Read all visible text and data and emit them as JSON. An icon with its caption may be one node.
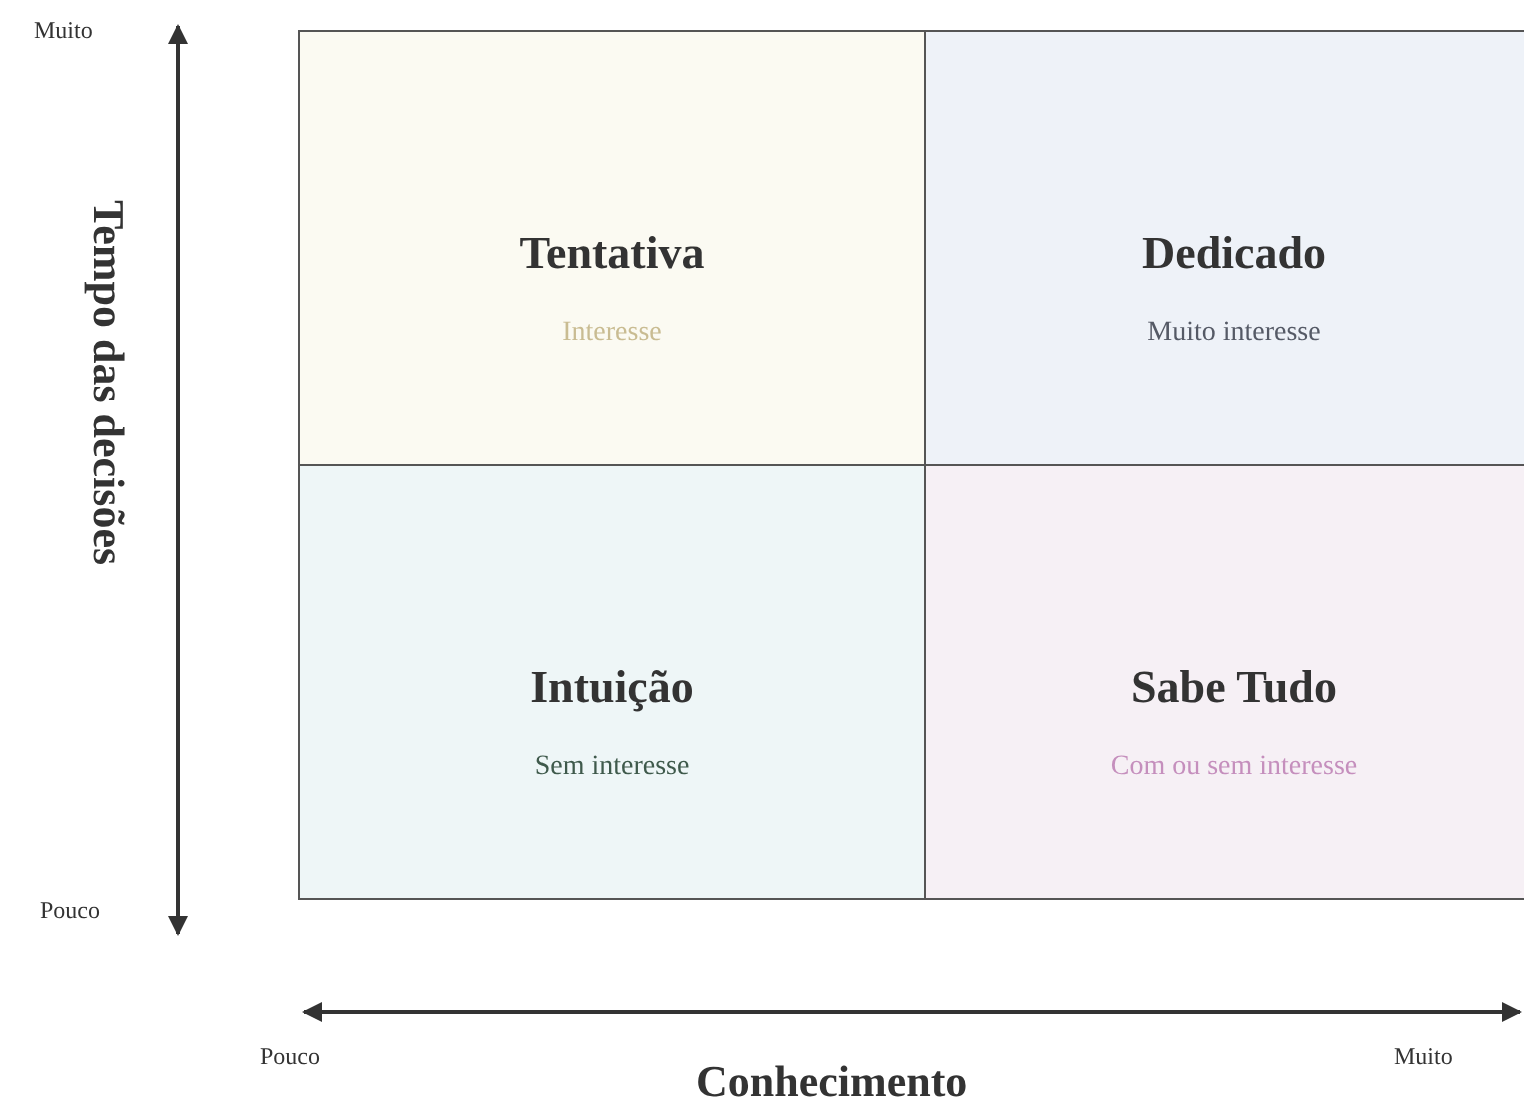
{
  "diagram": {
    "nodes": [
      {
        "text": [
          "Tentativa",
          "Interesse"
        ]
      },
      {
        "text": [
          "Dedicado",
          "Muito interesse"
        ]
      },
      {
        "text": [
          "Intuição",
          "Sem interesse"
        ]
      },
      {
        "text": [
          "Sabe Tudo",
          "Com ou sem interesse"
        ]
      }
    ],
    "labels": [
      "Muito",
      "Tempo das decisões",
      "Pouco",
      "Pouco",
      "Muito",
      "Conhecimento"
    ]
  }
}
